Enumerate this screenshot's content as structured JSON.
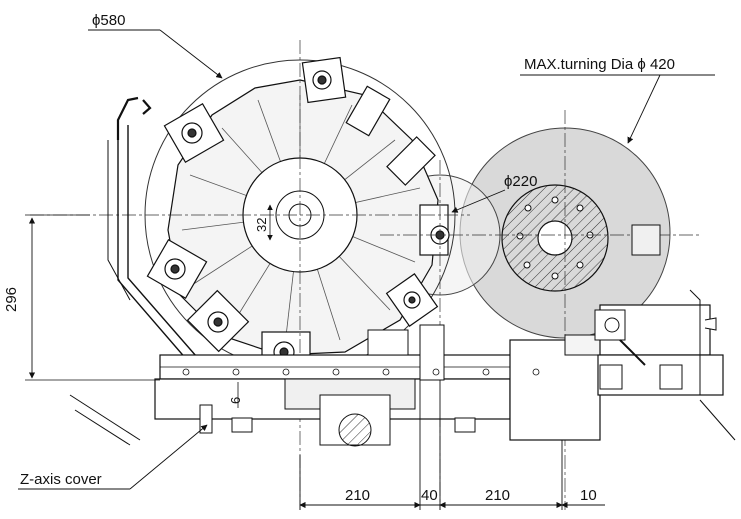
{
  "annotations": {
    "turret_diameter": "ϕ580",
    "max_turning": "MAX.turning Dia ϕ 420",
    "chuck_diameter": "ϕ220",
    "center_offset": "32",
    "height_296": "296",
    "gap_6": "6",
    "z_axis_cover": "Z-axis cover"
  },
  "bottom_dimensions": [
    "210",
    "40",
    "210",
    "10"
  ],
  "colors": {
    "line": "#111111",
    "shade_gray": "#d9d9d9",
    "light_gray": "#ececec",
    "dark_fill": "#3a3a3a"
  }
}
